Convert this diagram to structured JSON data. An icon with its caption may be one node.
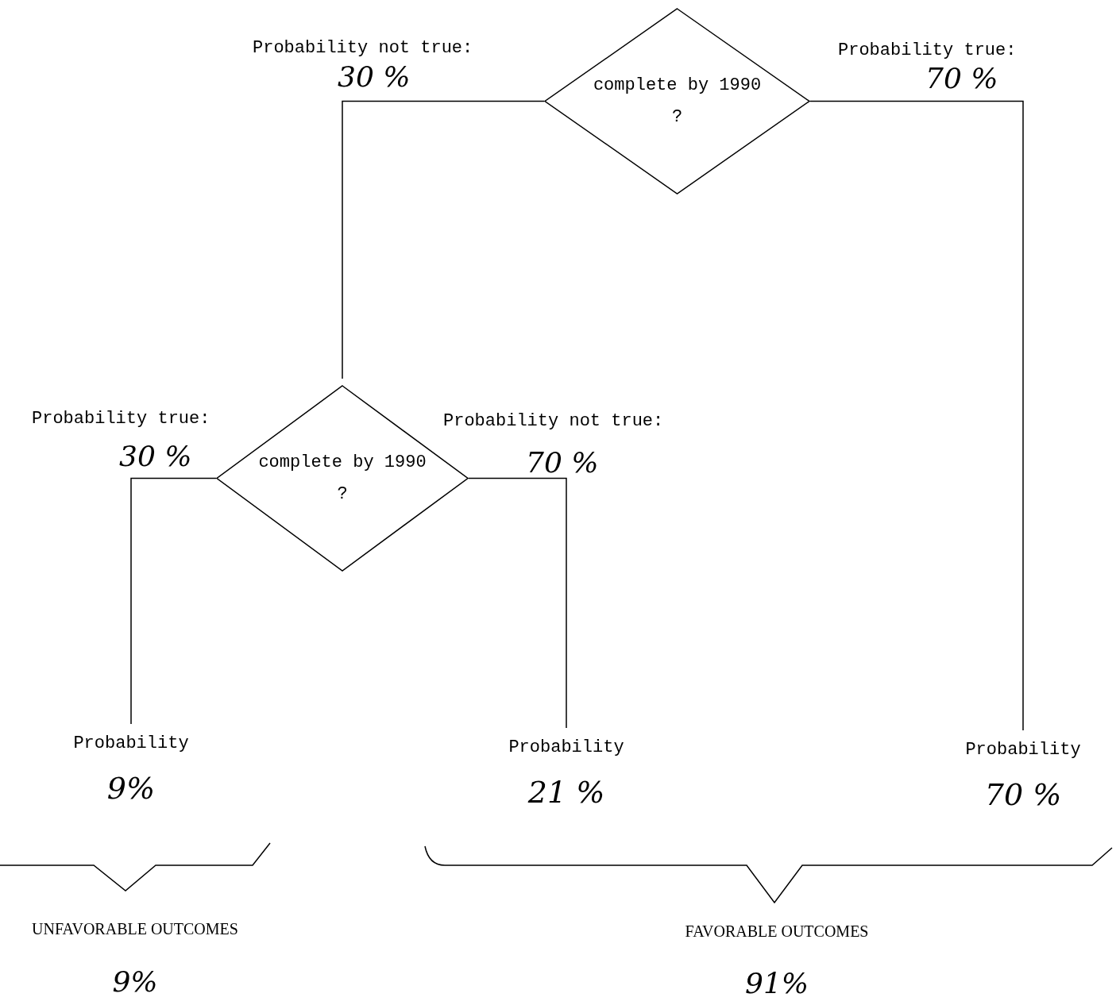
{
  "diagram": {
    "nodes": [
      {
        "text": [
          "complete by 1990 ?"
        ]
      },
      {
        "text": [
          "complete by 1990 ?"
        ]
      },
      {
        "text": [
          "Probability",
          "9%"
        ]
      },
      {
        "text": [
          "Probability",
          "21 %"
        ]
      },
      {
        "text": [
          "Probability",
          "70 %"
        ]
      }
    ],
    "edges": [
      {
        "from": 0,
        "to": 1,
        "arrow": "none"
      },
      {
        "from": 0,
        "to": 4,
        "arrow": "none"
      },
      {
        "from": 1,
        "to": 2,
        "arrow": "none"
      },
      {
        "from": 1,
        "to": 3,
        "arrow": "none"
      }
    ],
    "labels": [
      "Probability not true:",
      "30 %",
      "Probability true:",
      "70 %",
      "Probability true:",
      "30 %",
      "Probability not true:",
      "70 %",
      "UNFAVORABLE OUTCOMES",
      "9%",
      "FAVORABLE OUTCOMES",
      "91%"
    ]
  }
}
